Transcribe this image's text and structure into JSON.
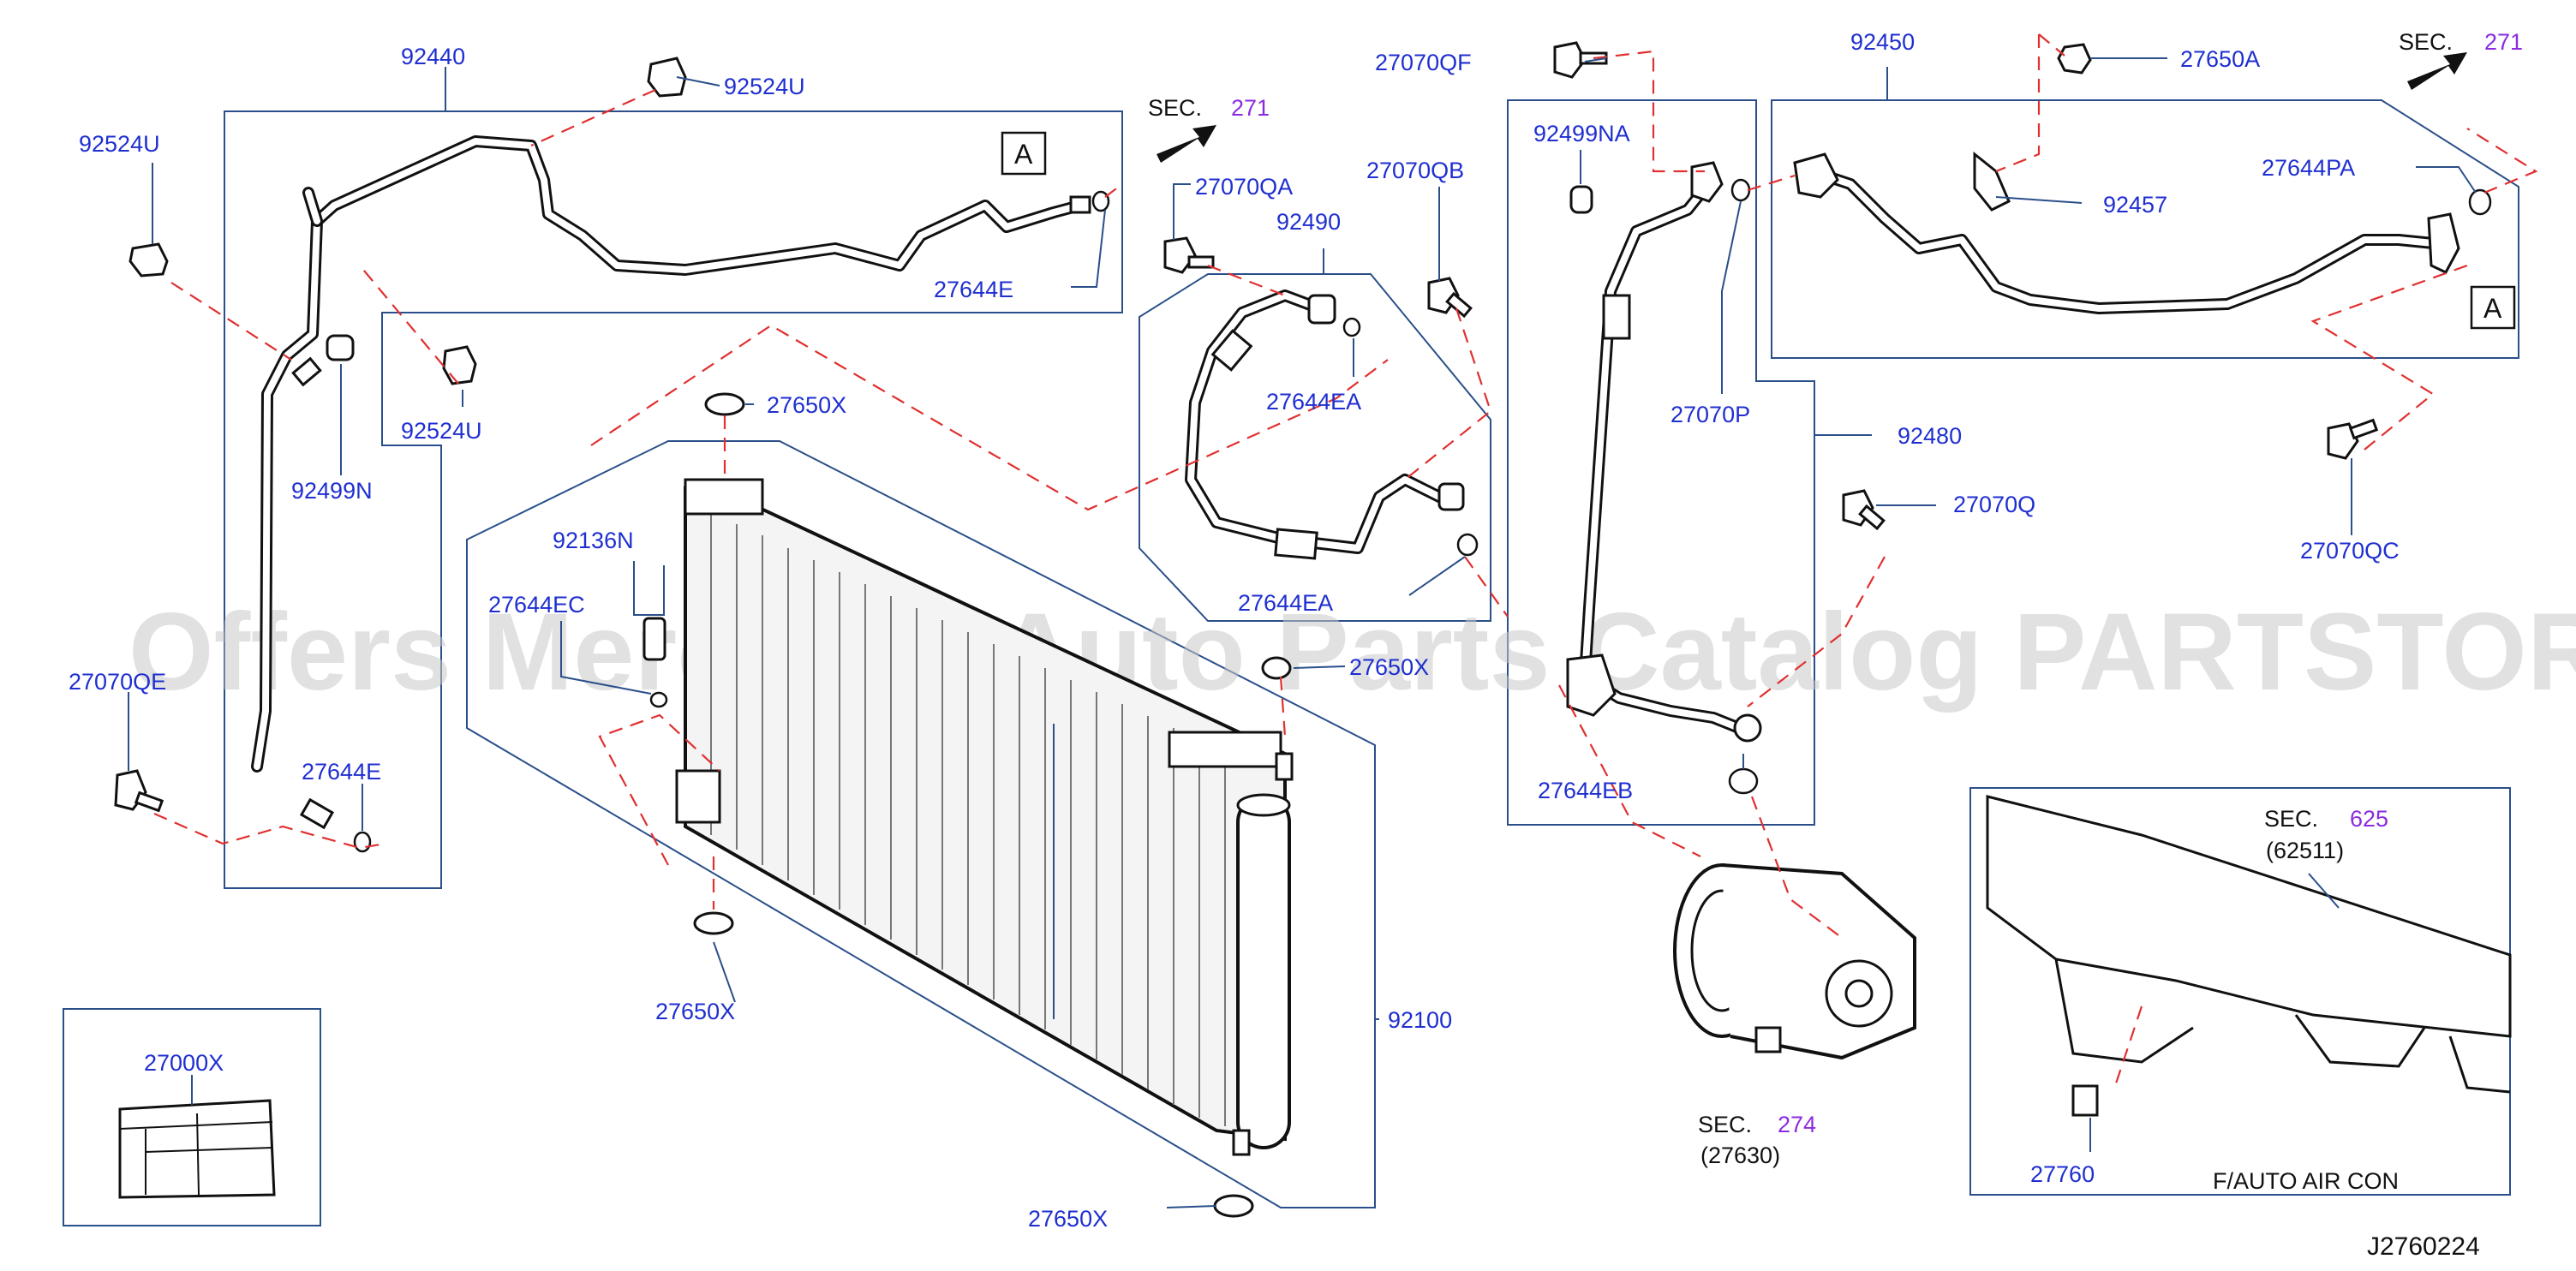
{
  "diagram": {
    "watermark": "Offers Merchant Auto Parts Catalog PARTSTORE.SA",
    "figure_code": "J2760224",
    "callouts": {
      "p92440": "92440",
      "p92524U_a": "92524U",
      "p92524U_b": "92524U",
      "p92524U_c": "92524U",
      "p92499N": "92499N",
      "p27070QE": "27070QE",
      "p27644E_a": "27644E",
      "p27644E_b": "27644E",
      "p27070QA": "27070QA",
      "p92490": "92490",
      "p27070QB": "27070QB",
      "p27644EA_a": "27644EA",
      "p27644EA_b": "27644EA",
      "p27650X_a": "27650X",
      "p27650X_b": "27650X",
      "p27650X_c": "27650X",
      "p27650X_d": "27650X",
      "p92136N": "92136N",
      "p27644EC": "27644EC",
      "p92100": "92100",
      "p27000X": "27000X",
      "p27070QF": "27070QF",
      "p92499NA": "92499NA",
      "p27070P": "27070P",
      "p92480": "92480",
      "p27070Q": "27070Q",
      "p27644EB": "27644EB",
      "p92450": "92450",
      "p27650A": "27650A",
      "p92457": "92457",
      "p27644PA": "27644PA",
      "p27070QC": "27070QC",
      "p27760": "27760",
      "p62511": "(62511)",
      "p27630": "(27630)"
    },
    "sections": {
      "sec271_a_prefix": "SEC.",
      "sec271_a_num": "271",
      "sec271_b_prefix": "SEC.",
      "sec271_b_num": "271",
      "sec274_prefix": "SEC.",
      "sec274_num": "274",
      "sec625_prefix": "SEC.",
      "sec625_num": "625"
    },
    "refs": {
      "ref_a1": "A",
      "ref_a2": "A"
    },
    "inset_caption": "F/AUTO   AIR   CON"
  }
}
